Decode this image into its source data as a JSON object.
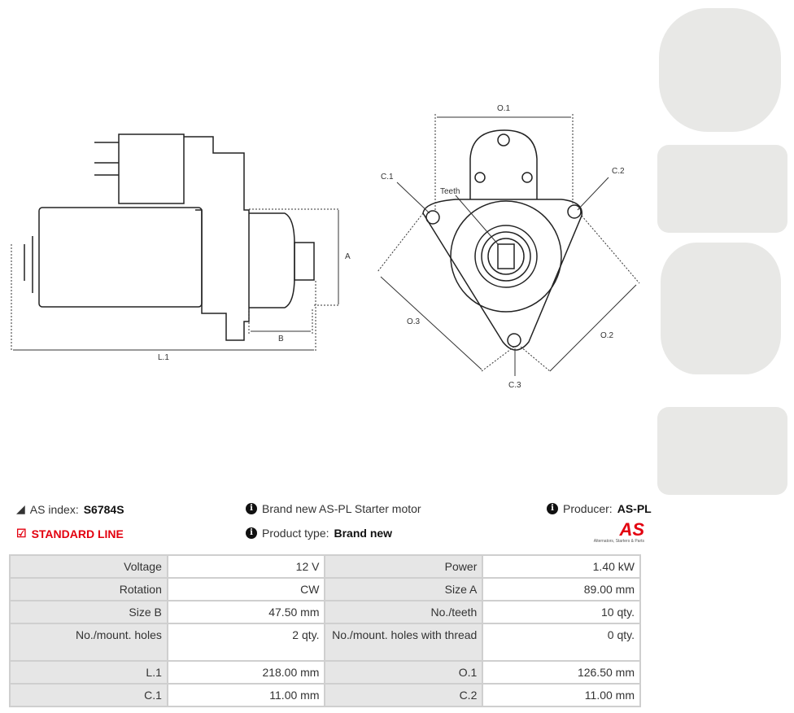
{
  "drawing": {
    "labels": {
      "a": "A",
      "b": "B",
      "l1": "L.1",
      "o1": "O.1",
      "o2": "O.2",
      "o3": "O.3",
      "c1": "C.1",
      "c2": "C.2",
      "c3": "C.3",
      "teeth": "Teeth"
    }
  },
  "info": {
    "as_index_label": "AS index:",
    "as_index_value": "S6784S",
    "line": "STANDARD LINE",
    "description": "Brand new AS-PL Starter motor",
    "product_type_label": "Product type:",
    "product_type_value": "Brand new",
    "producer_label": "Producer:",
    "producer_value": "AS-PL",
    "logo_text": "AS",
    "logo_tagline": "Alternators, Starters & Parts"
  },
  "colors": {
    "accent": "#e3000f"
  },
  "specs": [
    [
      "Voltage",
      "12 V",
      "Power",
      "1.40 kW"
    ],
    [
      "Rotation",
      "CW",
      "Size A",
      "89.00 mm"
    ],
    [
      "Size B",
      "47.50 mm",
      "No./teeth",
      "10 qty."
    ],
    [
      "No./mount. holes",
      "2 qty.",
      "No./mount. holes with thread",
      "0 qty."
    ],
    [
      "L.1",
      "218.00 mm",
      "O.1",
      "126.50 mm"
    ],
    [
      "C.1",
      "11.00 mm",
      "C.2",
      "11.00 mm"
    ]
  ]
}
